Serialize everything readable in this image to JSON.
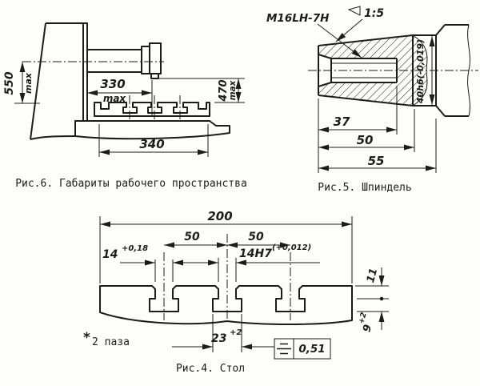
{
  "colors": {
    "ink": "#1c1c1c",
    "paper": "#fdfdfc"
  },
  "fig6": {
    "caption": "Рис.6. Габариты рабочего пространства",
    "dim_550": "550",
    "dim_550_mod": "max",
    "dim_330": "330",
    "dim_330_mod": "max",
    "dim_470": "470",
    "dim_470_mod": "max",
    "dim_340": "340"
  },
  "fig5": {
    "caption": "Рис.5. Шпиндель",
    "thread_label": "M16LH-7H",
    "taper_value": "1:5",
    "shaft_dim": "40h6(-0,019)",
    "dim_37": "37",
    "dim_50": "50",
    "dim_55": "55"
  },
  "fig4": {
    "caption": "Рис.4. Стол",
    "note_star": "*",
    "note_text": "2 паза",
    "dim_200": "200",
    "dim_50_left": "50",
    "dim_50_right": "50",
    "dim_14": "14",
    "dim_14_tol": "+0,18",
    "dim_14h7": "14H7",
    "dim_14h7_tol": "(+0,012)",
    "dim_11": "11",
    "dim_9": "9",
    "dim_9_tol": "+2",
    "dim_23": "23",
    "dim_23_tol": "+2",
    "tolerance_value": "0,51"
  }
}
